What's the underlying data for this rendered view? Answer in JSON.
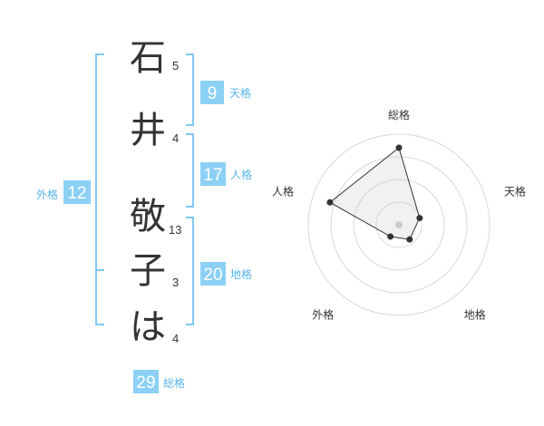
{
  "name_chars": [
    {
      "char": "石",
      "strokes": "5"
    },
    {
      "char": "井",
      "strokes": "4"
    },
    {
      "char": "敬",
      "strokes": "13"
    },
    {
      "char": "子",
      "strokes": "3"
    },
    {
      "char": "は",
      "strokes": "4"
    }
  ],
  "kakusu": {
    "tenkaku": {
      "value": "9",
      "label": "天格"
    },
    "jinkaku": {
      "value": "17",
      "label": "人格"
    },
    "chikaku": {
      "value": "20",
      "label": "地格"
    },
    "gaikaku": {
      "value": "12",
      "label": "外格"
    },
    "soukaku": {
      "value": "29",
      "label": "総格"
    }
  },
  "colors": {
    "badge": "#8cd0f5",
    "badge_label": "#58b6ea",
    "bracket": "#80c8f2",
    "ring": "#d9d9d9"
  },
  "chart_data": {
    "type": "radar",
    "axes": [
      "総格",
      "天格",
      "地格",
      "外格",
      "人格"
    ],
    "values": [
      0.85,
      0.24,
      0.2,
      0.16,
      0.8
    ],
    "rings": 4,
    "grid": true
  }
}
